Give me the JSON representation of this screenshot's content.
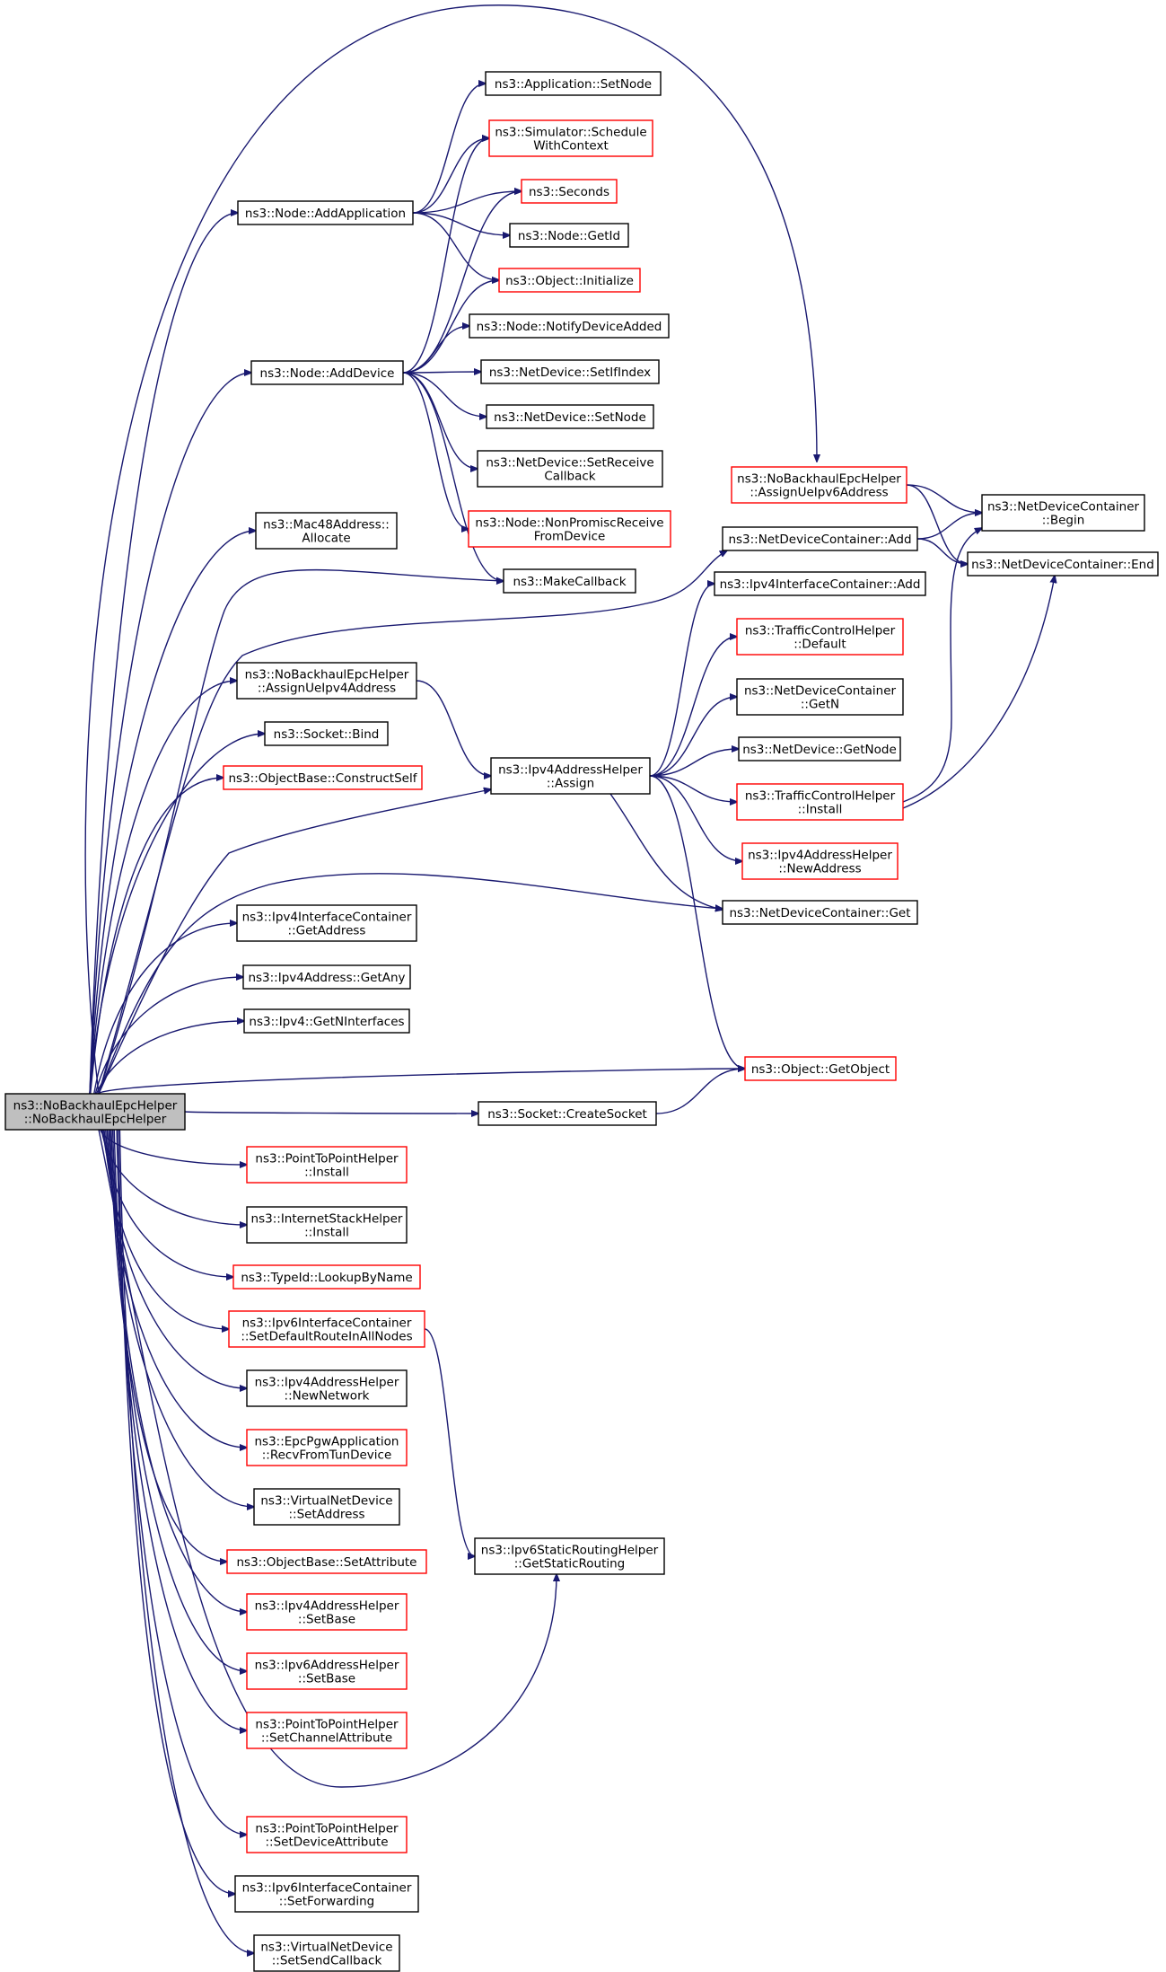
{
  "graph": {
    "nodes": [
      {
        "id": "root",
        "lines": [
          "ns3::NoBackhaulEpcHelper",
          "::NoBackhaulEpcHelper"
        ],
        "style": "root"
      },
      {
        "id": "addapp",
        "lines": [
          "ns3::Node::AddApplication"
        ],
        "style": "black"
      },
      {
        "id": "setnode_app",
        "lines": [
          "ns3::Application::SetNode"
        ],
        "style": "black"
      },
      {
        "id": "schedule",
        "lines": [
          "ns3::Simulator::Schedule",
          "WithContext"
        ],
        "style": "red"
      },
      {
        "id": "seconds",
        "lines": [
          "ns3::Seconds"
        ],
        "style": "red"
      },
      {
        "id": "getid",
        "lines": [
          "ns3::Node::GetId"
        ],
        "style": "black"
      },
      {
        "id": "initialize",
        "lines": [
          "ns3::Object::Initialize"
        ],
        "style": "red"
      },
      {
        "id": "notify",
        "lines": [
          "ns3::Node::NotifyDeviceAdded"
        ],
        "style": "black"
      },
      {
        "id": "adddevice",
        "lines": [
          "ns3::Node::AddDevice"
        ],
        "style": "black"
      },
      {
        "id": "setifindex",
        "lines": [
          "ns3::NetDevice::SetIfIndex"
        ],
        "style": "black"
      },
      {
        "id": "setnode_nd",
        "lines": [
          "ns3::NetDevice::SetNode"
        ],
        "style": "black"
      },
      {
        "id": "setreceive",
        "lines": [
          "ns3::NetDevice::SetReceive",
          "Callback"
        ],
        "style": "black"
      },
      {
        "id": "nonpromisc",
        "lines": [
          "ns3::Node::NonPromiscReceive",
          "FromDevice"
        ],
        "style": "red"
      },
      {
        "id": "mac48",
        "lines": [
          "ns3::Mac48Address::",
          "Allocate"
        ],
        "style": "black"
      },
      {
        "id": "makecallback",
        "lines": [
          "ns3::MakeCallback"
        ],
        "style": "black"
      },
      {
        "id": "assignipv6",
        "lines": [
          "ns3::NoBackhaulEpcHelper",
          "::AssignUeIpv6Address"
        ],
        "style": "red"
      },
      {
        "id": "ndcbegin",
        "lines": [
          "ns3::NetDeviceContainer",
          "::Begin"
        ],
        "style": "black"
      },
      {
        "id": "ndcend",
        "lines": [
          "ns3::NetDeviceContainer::End"
        ],
        "style": "black"
      },
      {
        "id": "ndcadd",
        "lines": [
          "ns3::NetDeviceContainer::Add"
        ],
        "style": "black"
      },
      {
        "id": "ipv4icadd",
        "lines": [
          "ns3::Ipv4InterfaceContainer::Add"
        ],
        "style": "black"
      },
      {
        "id": "tcdefault",
        "lines": [
          "ns3::TrafficControlHelper",
          "::Default"
        ],
        "style": "red"
      },
      {
        "id": "assignipv4",
        "lines": [
          "ns3::NoBackhaulEpcHelper",
          "::AssignUeIpv4Address"
        ],
        "style": "black"
      },
      {
        "id": "ndcgetn",
        "lines": [
          "ns3::NetDeviceContainer",
          "::GetN"
        ],
        "style": "black"
      },
      {
        "id": "socketbind",
        "lines": [
          "ns3::Socket::Bind"
        ],
        "style": "black"
      },
      {
        "id": "ndgetnode",
        "lines": [
          "ns3::NetDevice::GetNode"
        ],
        "style": "black"
      },
      {
        "id": "constructself",
        "lines": [
          "ns3::ObjectBase::ConstructSelf"
        ],
        "style": "red"
      },
      {
        "id": "ipv4assign",
        "lines": [
          "ns3::Ipv4AddressHelper",
          "::Assign"
        ],
        "style": "black"
      },
      {
        "id": "tcinstall",
        "lines": [
          "ns3::TrafficControlHelper",
          "::Install"
        ],
        "style": "red"
      },
      {
        "id": "newaddress",
        "lines": [
          "ns3::Ipv4AddressHelper",
          "::NewAddress"
        ],
        "style": "red"
      },
      {
        "id": "ndcget",
        "lines": [
          "ns3::NetDeviceContainer::Get"
        ],
        "style": "black"
      },
      {
        "id": "ipv4icgetaddr",
        "lines": [
          "ns3::Ipv4InterfaceContainer",
          "::GetAddress"
        ],
        "style": "black"
      },
      {
        "id": "getany",
        "lines": [
          "ns3::Ipv4Address::GetAny"
        ],
        "style": "black"
      },
      {
        "id": "getnifaces",
        "lines": [
          "ns3::Ipv4::GetNInterfaces"
        ],
        "style": "black"
      },
      {
        "id": "getobject",
        "lines": [
          "ns3::Object::GetObject"
        ],
        "style": "red"
      },
      {
        "id": "createsocket",
        "lines": [
          "ns3::Socket::CreateSocket"
        ],
        "style": "black"
      },
      {
        "id": "p2pinstall",
        "lines": [
          "ns3::PointToPointHelper",
          "::Install"
        ],
        "style": "red"
      },
      {
        "id": "inetinstall",
        "lines": [
          "ns3::InternetStackHelper",
          "::Install"
        ],
        "style": "black"
      },
      {
        "id": "lookupbyname",
        "lines": [
          "ns3::TypeId::LookupByName"
        ],
        "style": "red"
      },
      {
        "id": "setdefroute",
        "lines": [
          "ns3::Ipv6InterfaceContainer",
          "::SetDefaultRouteInAllNodes"
        ],
        "style": "red"
      },
      {
        "id": "newnetwork",
        "lines": [
          "ns3::Ipv4AddressHelper",
          "::NewNetwork"
        ],
        "style": "black"
      },
      {
        "id": "recvfromtun",
        "lines": [
          "ns3::EpcPgwApplication",
          "::RecvFromTunDevice"
        ],
        "style": "red"
      },
      {
        "id": "vndsetaddr",
        "lines": [
          "ns3::VirtualNetDevice",
          "::SetAddress"
        ],
        "style": "black"
      },
      {
        "id": "getstatic",
        "lines": [
          "ns3::Ipv6StaticRoutingHelper",
          "::GetStaticRouting"
        ],
        "style": "black"
      },
      {
        "id": "setattribute",
        "lines": [
          "ns3::ObjectBase::SetAttribute"
        ],
        "style": "red"
      },
      {
        "id": "ipv4setbase",
        "lines": [
          "ns3::Ipv4AddressHelper",
          "::SetBase"
        ],
        "style": "red"
      },
      {
        "id": "ipv6setbase",
        "lines": [
          "ns3::Ipv6AddressHelper",
          "::SetBase"
        ],
        "style": "red"
      },
      {
        "id": "setchanattr",
        "lines": [
          "ns3::PointToPointHelper",
          "::SetChannelAttribute"
        ],
        "style": "red"
      },
      {
        "id": "setdevattr",
        "lines": [
          "ns3::PointToPointHelper",
          "::SetDeviceAttribute"
        ],
        "style": "red"
      },
      {
        "id": "setforwarding",
        "lines": [
          "ns3::Ipv6InterfaceContainer",
          "::SetForwarding"
        ],
        "style": "black"
      },
      {
        "id": "setsendcb",
        "lines": [
          "ns3::VirtualNetDevice",
          "::SetSendCallback"
        ],
        "style": "black"
      }
    ],
    "edges": [
      [
        "root",
        "addapp"
      ],
      [
        "root",
        "adddevice"
      ],
      [
        "root",
        "mac48"
      ],
      [
        "root",
        "makecallback"
      ],
      [
        "root",
        "assignipv6"
      ],
      [
        "root",
        "ndcadd"
      ],
      [
        "root",
        "assignipv4"
      ],
      [
        "root",
        "socketbind"
      ],
      [
        "root",
        "constructself"
      ],
      [
        "root",
        "ipv4assign"
      ],
      [
        "root",
        "ndcget"
      ],
      [
        "root",
        "ipv4icgetaddr"
      ],
      [
        "root",
        "getany"
      ],
      [
        "root",
        "getnifaces"
      ],
      [
        "root",
        "getobject"
      ],
      [
        "root",
        "createsocket"
      ],
      [
        "root",
        "p2pinstall"
      ],
      [
        "root",
        "inetinstall"
      ],
      [
        "root",
        "lookupbyname"
      ],
      [
        "root",
        "setdefroute"
      ],
      [
        "root",
        "newnetwork"
      ],
      [
        "root",
        "recvfromtun"
      ],
      [
        "root",
        "vndsetaddr"
      ],
      [
        "root",
        "setattribute"
      ],
      [
        "root",
        "ipv4setbase"
      ],
      [
        "root",
        "ipv6setbase"
      ],
      [
        "root",
        "setchanattr"
      ],
      [
        "root",
        "getstatic"
      ],
      [
        "root",
        "setdevattr"
      ],
      [
        "root",
        "setforwarding"
      ],
      [
        "root",
        "setsendcb"
      ],
      [
        "addapp",
        "setnode_app"
      ],
      [
        "addapp",
        "schedule"
      ],
      [
        "addapp",
        "seconds"
      ],
      [
        "addapp",
        "getid"
      ],
      [
        "addapp",
        "initialize"
      ],
      [
        "adddevice",
        "schedule"
      ],
      [
        "adddevice",
        "seconds"
      ],
      [
        "adddevice",
        "initialize"
      ],
      [
        "adddevice",
        "notify"
      ],
      [
        "adddevice",
        "setifindex"
      ],
      [
        "adddevice",
        "setnode_nd"
      ],
      [
        "adddevice",
        "setreceive"
      ],
      [
        "adddevice",
        "nonpromisc"
      ],
      [
        "adddevice",
        "makecallback"
      ],
      [
        "assignipv6",
        "ndcbegin"
      ],
      [
        "assignipv6",
        "ndcend"
      ],
      [
        "ndcadd",
        "ndcbegin"
      ],
      [
        "ndcadd",
        "ndcend"
      ],
      [
        "assignipv4",
        "ipv4assign"
      ],
      [
        "ipv4assign",
        "ipv4icadd"
      ],
      [
        "ipv4assign",
        "tcdefault"
      ],
      [
        "ipv4assign",
        "ndcgetn"
      ],
      [
        "ipv4assign",
        "ndgetnode"
      ],
      [
        "ipv4assign",
        "tcinstall"
      ],
      [
        "ipv4assign",
        "newaddress"
      ],
      [
        "ipv4assign",
        "ndcget"
      ],
      [
        "ipv4assign",
        "getobject"
      ],
      [
        "tcinstall",
        "ndcbegin"
      ],
      [
        "tcinstall",
        "ndcend"
      ],
      [
        "createsocket",
        "getobject"
      ],
      [
        "setdefroute",
        "getstatic"
      ]
    ]
  }
}
